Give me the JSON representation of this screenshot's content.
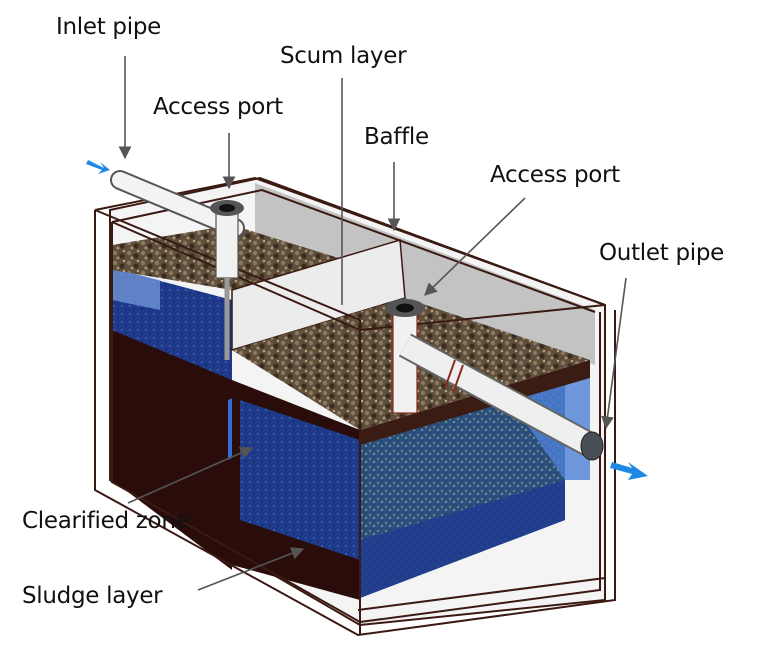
{
  "title": "Septic tank cross-section",
  "labels": {
    "inlet_pipe": "Inlet pipe",
    "scum_layer": "Scum layer",
    "access_port_left": "Access port",
    "baffle": "Baffle",
    "access_port_right": "Access port",
    "outlet_pipe": "Outlet pipe",
    "clarified_zone": "Clearified zone",
    "sludge_layer": "Sludge layer"
  },
  "colors": {
    "flow_arrow": "#1e88e5",
    "water_light": "#4d7fd6",
    "water_dark": "#1a2f7a",
    "sludge": "#2a0d0a",
    "scum": "#6b5a44",
    "tank_wall": "#f2f2f2",
    "wall_outline": "#3a1a12",
    "leader_line": "#555555"
  }
}
